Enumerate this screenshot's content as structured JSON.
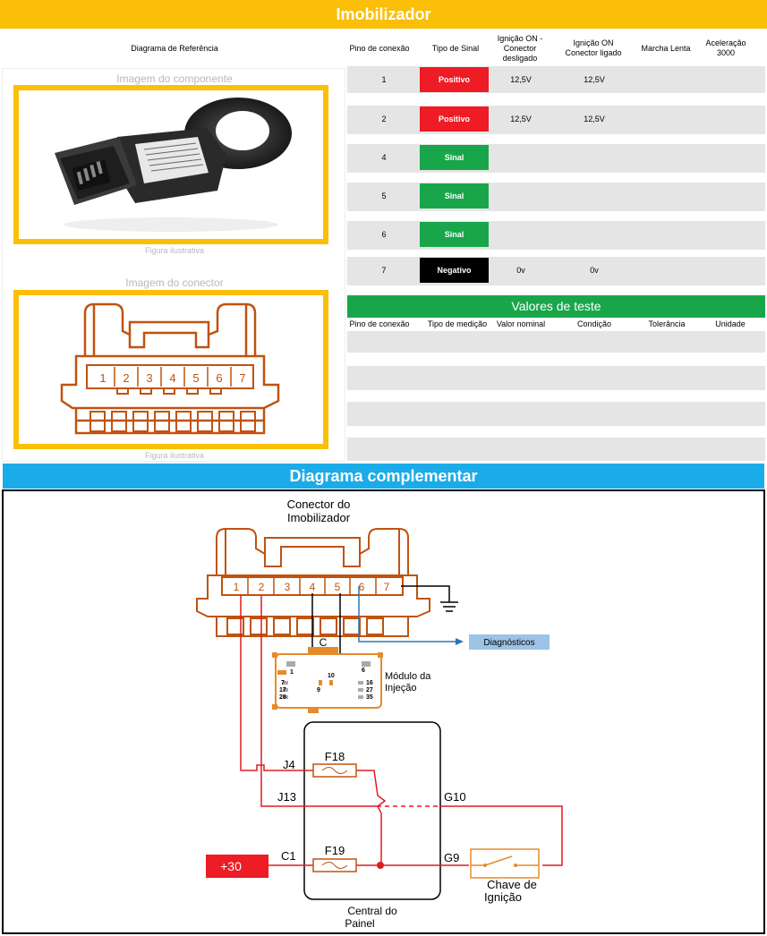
{
  "title": "Imobilizador",
  "headers": {
    "reference": "Diagrama de Referência",
    "pin": "Pino de conexão",
    "signal": "Tipo de Sinal",
    "ign_off": "Ignição ON - Conector desligado",
    "ign_on": "Ignição ON Conector ligado",
    "idle": "Marcha Lenta",
    "accel": "Aceleração 3000"
  },
  "component_caption": "Imagem do componente",
  "connector_caption": "Imagem do conector",
  "figure_note": "Figura ilustrativa",
  "pins": [
    {
      "pin": "1",
      "type": "Positivo",
      "color": "#EE1C24",
      "off": "12,5V",
      "on": "12,5V"
    },
    {
      "pin": "2",
      "type": "Positivo",
      "color": "#EE1C24",
      "off": "12,5V",
      "on": "12,5V"
    },
    {
      "pin": "4",
      "type": "Sinal",
      "color": "#19A64A",
      "off": "",
      "on": ""
    },
    {
      "pin": "5",
      "type": "Sinal",
      "color": "#19A64A",
      "off": "",
      "on": ""
    },
    {
      "pin": "6",
      "type": "Sinal",
      "color": "#19A64A",
      "off": "",
      "on": ""
    },
    {
      "pin": "7",
      "type": "Negativo",
      "color": "#000000",
      "off": "0v",
      "on": "0v"
    }
  ],
  "test_values": {
    "title": "Valores de teste",
    "headers": [
      "Pino de conexão",
      "Tipo de medição",
      "Valor nominal",
      "Condição",
      "Tolerância",
      "Unidade"
    ]
  },
  "connector_pins": [
    "1",
    "2",
    "3",
    "4",
    "5",
    "6",
    "7"
  ],
  "complementary_title": "Diagrama complementar",
  "diagram": {
    "connector_title_1": "Conector do",
    "connector_title_2": "Imobilizador",
    "diagnostics": "Diagnósticos",
    "module_label_1": "Módulo da",
    "module_label_2": "Injeção",
    "module_letter": "C",
    "module_pins_left": [
      "1",
      "7",
      "17",
      "28"
    ],
    "module_pins_right": [
      "6",
      "16",
      "27",
      "35"
    ],
    "module_pin_9": "9",
    "module_pin_10": "10",
    "fuse_top": "F18",
    "fuse_bottom": "F19",
    "j4": "J4",
    "j13": "J13",
    "g10": "G10",
    "c1": "C1",
    "g9": "G9",
    "plus30": "+30",
    "switch_1": "Chave de",
    "switch_2": "Ignição",
    "panel_1": "Central do",
    "panel_2": "Painel",
    "colors": {
      "wire": "#E11B22",
      "connector": "#C0530F",
      "diag_wire": "#2E75B6",
      "diag_box": "#9DC3E6",
      "switch": "#E68A2E"
    }
  }
}
